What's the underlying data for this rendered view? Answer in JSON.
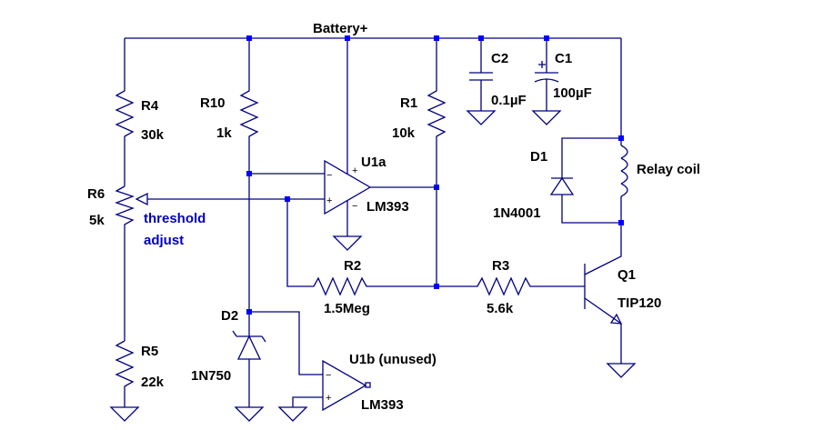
{
  "colors": {
    "wire": "#000080",
    "junction": "#0000ff",
    "text": "#000000",
    "annotation": "#0000c0"
  },
  "net_labels": {
    "battery": "Battery+"
  },
  "components": {
    "r4": {
      "ref": "R4",
      "value": "30k"
    },
    "r10": {
      "ref": "R10",
      "value": "1k"
    },
    "r1": {
      "ref": "R1",
      "value": "10k"
    },
    "r6": {
      "ref": "R6",
      "value": "5k"
    },
    "r5": {
      "ref": "R5",
      "value": "22k"
    },
    "r2": {
      "ref": "R2",
      "value": "1.5Meg"
    },
    "r3": {
      "ref": "R3",
      "value": "5.6k"
    },
    "c2": {
      "ref": "C2",
      "value": "0.1µF"
    },
    "c1": {
      "ref": "C1",
      "value": "100µF"
    },
    "d1": {
      "ref": "D1",
      "value": "1N4001"
    },
    "d2": {
      "ref": "D2",
      "value": "1N750"
    },
    "u1a": {
      "ref": "U1a",
      "value": "LM393"
    },
    "u1b": {
      "ref": "U1b (unused)",
      "value": "LM393"
    },
    "q1": {
      "ref": "Q1",
      "value": "TIP120"
    },
    "coil": {
      "label": "Relay coil"
    }
  },
  "annotations": {
    "threshold_line1": "threshold",
    "threshold_line2": "adjust"
  },
  "pin_marks": {
    "plus": "+",
    "minus": "−"
  }
}
